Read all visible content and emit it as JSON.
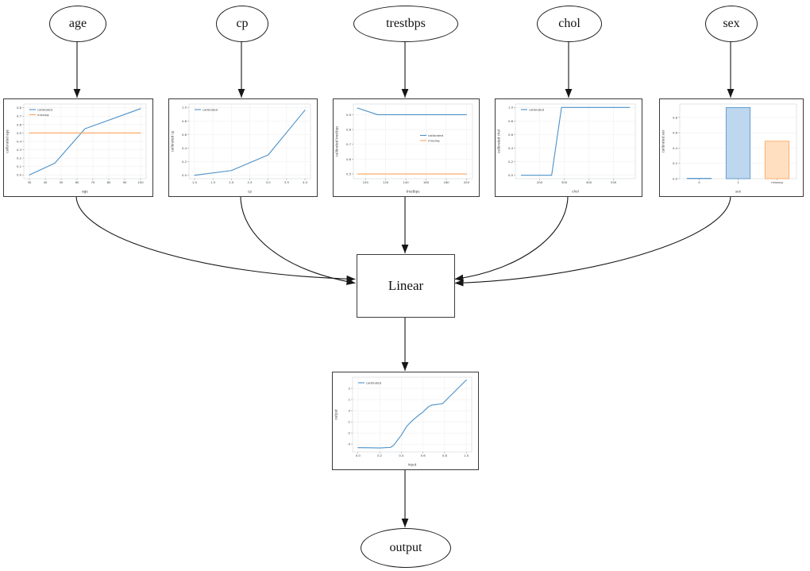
{
  "diagram": {
    "inputs": [
      {
        "label": "age"
      },
      {
        "label": "cp"
      },
      {
        "label": "trestbps"
      },
      {
        "label": "chol"
      },
      {
        "label": "sex"
      }
    ],
    "linear": {
      "label": "Linear"
    },
    "output": {
      "label": "output"
    }
  },
  "colors": {
    "calibrated": "#4a90c8",
    "missing": "#ffa257",
    "bar_blue_fill": "#bdd7ee",
    "bar_orange_fill": "#ffdfc0",
    "edge": "#161616"
  },
  "chart_data": [
    {
      "id": "age",
      "type": "line",
      "xlabel": "age",
      "ylabel": "calibrated age",
      "xlim": [
        26.5,
        103.5
      ],
      "ylim": [
        -0.045,
        0.845
      ],
      "xticks": [
        {
          "v": 30,
          "l": "30"
        },
        {
          "v": 40,
          "l": "40"
        },
        {
          "v": 50,
          "l": "50"
        },
        {
          "v": 60,
          "l": "60"
        },
        {
          "v": 70,
          "l": "70"
        },
        {
          "v": 80,
          "l": "80"
        },
        {
          "v": 90,
          "l": "90"
        },
        {
          "v": 100,
          "l": "100"
        }
      ],
      "yticks": [
        {
          "v": 0,
          "l": "0.0"
        },
        {
          "v": 0.1,
          "l": "0.1"
        },
        {
          "v": 0.2,
          "l": "0.2"
        },
        {
          "v": 0.3,
          "l": "0.3"
        },
        {
          "v": 0.4,
          "l": "0.4"
        },
        {
          "v": 0.5,
          "l": "0.5"
        },
        {
          "v": 0.6,
          "l": "0.6"
        },
        {
          "v": 0.7,
          "l": "0.7"
        },
        {
          "v": 0.8,
          "l": "0.8"
        }
      ],
      "series": [
        {
          "name": "calibrated",
          "color": "#4a90c8",
          "x": [
            30,
            46,
            65,
            100
          ],
          "y": [
            0.0,
            0.14,
            0.55,
            0.79
          ]
        },
        {
          "name": "missing",
          "color": "#ffa257",
          "x": [
            30,
            100
          ],
          "y": [
            0.5,
            0.5
          ]
        }
      ],
      "legend": {
        "pos": "top-left",
        "entries": [
          "calibrated",
          "missing"
        ]
      }
    },
    {
      "id": "cp",
      "type": "line",
      "xlabel": "cp",
      "ylabel": "calibrated cp",
      "xlim": [
        0.85,
        4.15
      ],
      "ylim": [
        -0.05,
        1.05
      ],
      "xticks": [
        {
          "v": 1,
          "l": "1.0"
        },
        {
          "v": 1.5,
          "l": "1.5"
        },
        {
          "v": 2,
          "l": "2.0"
        },
        {
          "v": 2.5,
          "l": "2.5"
        },
        {
          "v": 3,
          "l": "3.0"
        },
        {
          "v": 3.5,
          "l": "3.5"
        },
        {
          "v": 4,
          "l": "4.0"
        }
      ],
      "yticks": [
        {
          "v": 0,
          "l": "0.0"
        },
        {
          "v": 0.2,
          "l": "0.2"
        },
        {
          "v": 0.4,
          "l": "0.4"
        },
        {
          "v": 0.6,
          "l": "0.6"
        },
        {
          "v": 0.8,
          "l": "0.8"
        },
        {
          "v": 1,
          "l": "1.0"
        }
      ],
      "series": [
        {
          "name": "calibrated",
          "color": "#4a90c8",
          "x": [
            1,
            2,
            3,
            4
          ],
          "y": [
            0.0,
            0.07,
            0.3,
            0.96
          ]
        }
      ],
      "legend": {
        "pos": "top-left",
        "entries": [
          "calibrated"
        ]
      }
    },
    {
      "id": "trestbps",
      "type": "line",
      "xlabel": "trestbps",
      "ylabel": "calibrated trestbps",
      "xlim": [
        88,
        206
      ],
      "ylim": [
        0.468,
        0.972
      ],
      "xticks": [
        {
          "v": 100,
          "l": "100"
        },
        {
          "v": 120,
          "l": "120"
        },
        {
          "v": 140,
          "l": "140"
        },
        {
          "v": 160,
          "l": "160"
        },
        {
          "v": 180,
          "l": "180"
        },
        {
          "v": 200,
          "l": "200"
        }
      ],
      "yticks": [
        {
          "v": 0.5,
          "l": "0.5"
        },
        {
          "v": 0.6,
          "l": "0.6"
        },
        {
          "v": 0.7,
          "l": "0.7"
        },
        {
          "v": 0.8,
          "l": "0.8"
        },
        {
          "v": 0.9,
          "l": "0.9"
        }
      ],
      "series": [
        {
          "name": "calibrated",
          "color": "#4a90c8",
          "x": [
            92,
            112,
            200
          ],
          "y": [
            0.945,
            0.9,
            0.9
          ]
        },
        {
          "name": "missing",
          "color": "#ffa257",
          "x": [
            92,
            200
          ],
          "y": [
            0.5,
            0.5
          ]
        }
      ],
      "legend": {
        "pos": "right-center",
        "entries": [
          "calibrated",
          "missing"
        ]
      }
    },
    {
      "id": "chol",
      "type": "line",
      "xlabel": "chol",
      "ylabel": "calibrated chol",
      "xlim": [
        102,
        588
      ],
      "ylim": [
        -0.05,
        1.05
      ],
      "xticks": [
        {
          "v": 200,
          "l": "200"
        },
        {
          "v": 300,
          "l": "300"
        },
        {
          "v": 400,
          "l": "400"
        },
        {
          "v": 500,
          "l": "500"
        }
      ],
      "yticks": [
        {
          "v": 0,
          "l": "0.0"
        },
        {
          "v": 0.2,
          "l": "0.2"
        },
        {
          "v": 0.4,
          "l": "0.4"
        },
        {
          "v": 0.6,
          "l": "0.6"
        },
        {
          "v": 0.8,
          "l": "0.8"
        },
        {
          "v": 1,
          "l": "1.0"
        }
      ],
      "series": [
        {
          "name": "calibrated",
          "color": "#4a90c8",
          "x": [
            126,
            249,
            289,
            565
          ],
          "y": [
            0.0,
            0.0,
            1.0,
            1.0
          ]
        }
      ],
      "legend": {
        "pos": "top-left",
        "entries": [
          "calibrated"
        ]
      }
    },
    {
      "id": "sex",
      "type": "bar",
      "xlabel": "sex",
      "ylabel": "calibrated sex",
      "categories": [
        "0",
        "1",
        "missing"
      ],
      "values": [
        0.005,
        0.93,
        0.49
      ],
      "bar_fill": [
        "#bdd7ee",
        "#bdd7ee",
        "#ffdfc0"
      ],
      "bar_edge": [
        "#4a90c8",
        "#4a90c8",
        "#ffa257"
      ],
      "ylim": [
        0,
        0.975
      ],
      "yticks": [
        {
          "v": 0,
          "l": "0.0"
        },
        {
          "v": 0.2,
          "l": "0.2"
        },
        {
          "v": 0.4,
          "l": "0.4"
        },
        {
          "v": 0.6,
          "l": "0.6"
        },
        {
          "v": 0.8,
          "l": "0.8"
        }
      ]
    },
    {
      "id": "output",
      "type": "line",
      "xlabel": "input",
      "ylabel": "output",
      "xlim": [
        -0.05,
        1.05
      ],
      "ylim": [
        -3.7,
        3.0
      ],
      "xticks": [
        {
          "v": 0,
          "l": "0.0"
        },
        {
          "v": 0.2,
          "l": "0.2"
        },
        {
          "v": 0.4,
          "l": "0.4"
        },
        {
          "v": 0.6,
          "l": "0.6"
        },
        {
          "v": 0.8,
          "l": "0.8"
        },
        {
          "v": 1,
          "l": "1.0"
        }
      ],
      "yticks": [
        {
          "v": -3,
          "l": "-3"
        },
        {
          "v": -2,
          "l": "-2"
        },
        {
          "v": -1,
          "l": "-1"
        },
        {
          "v": 0,
          "l": "0"
        },
        {
          "v": 1,
          "l": "1"
        },
        {
          "v": 2,
          "l": "2"
        }
      ],
      "series": [
        {
          "name": "calibrated",
          "color": "#4a90c8",
          "x": [
            0,
            0.1,
            0.2,
            0.3,
            0.33,
            0.4,
            0.45,
            0.5,
            0.55,
            0.6,
            0.65,
            0.68,
            0.78,
            1.0
          ],
          "y": [
            -3.32,
            -3.33,
            -3.35,
            -3.3,
            -3.1,
            -2.2,
            -1.4,
            -0.9,
            -0.5,
            -0.12,
            0.35,
            0.5,
            0.62,
            2.75
          ]
        }
      ],
      "legend": {
        "pos": "top-left",
        "entries": [
          "calibrated"
        ]
      }
    }
  ]
}
